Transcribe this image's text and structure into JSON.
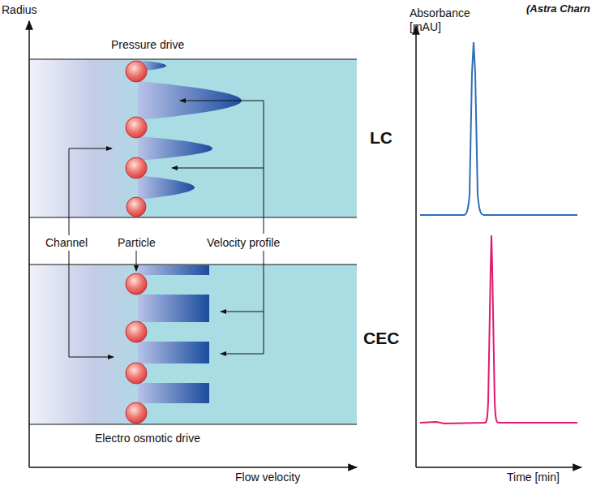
{
  "diagram": {
    "labels": [
      "Radius",
      "Pressure drive",
      "Channel",
      "Particle",
      "Velocity profile",
      "Electro osmotic drive",
      "Flow velocity",
      "Absorbance [mAU]",
      "LC",
      "CEC",
      "Time [min]",
      "(Astra Charn"
    ]
  }
}
